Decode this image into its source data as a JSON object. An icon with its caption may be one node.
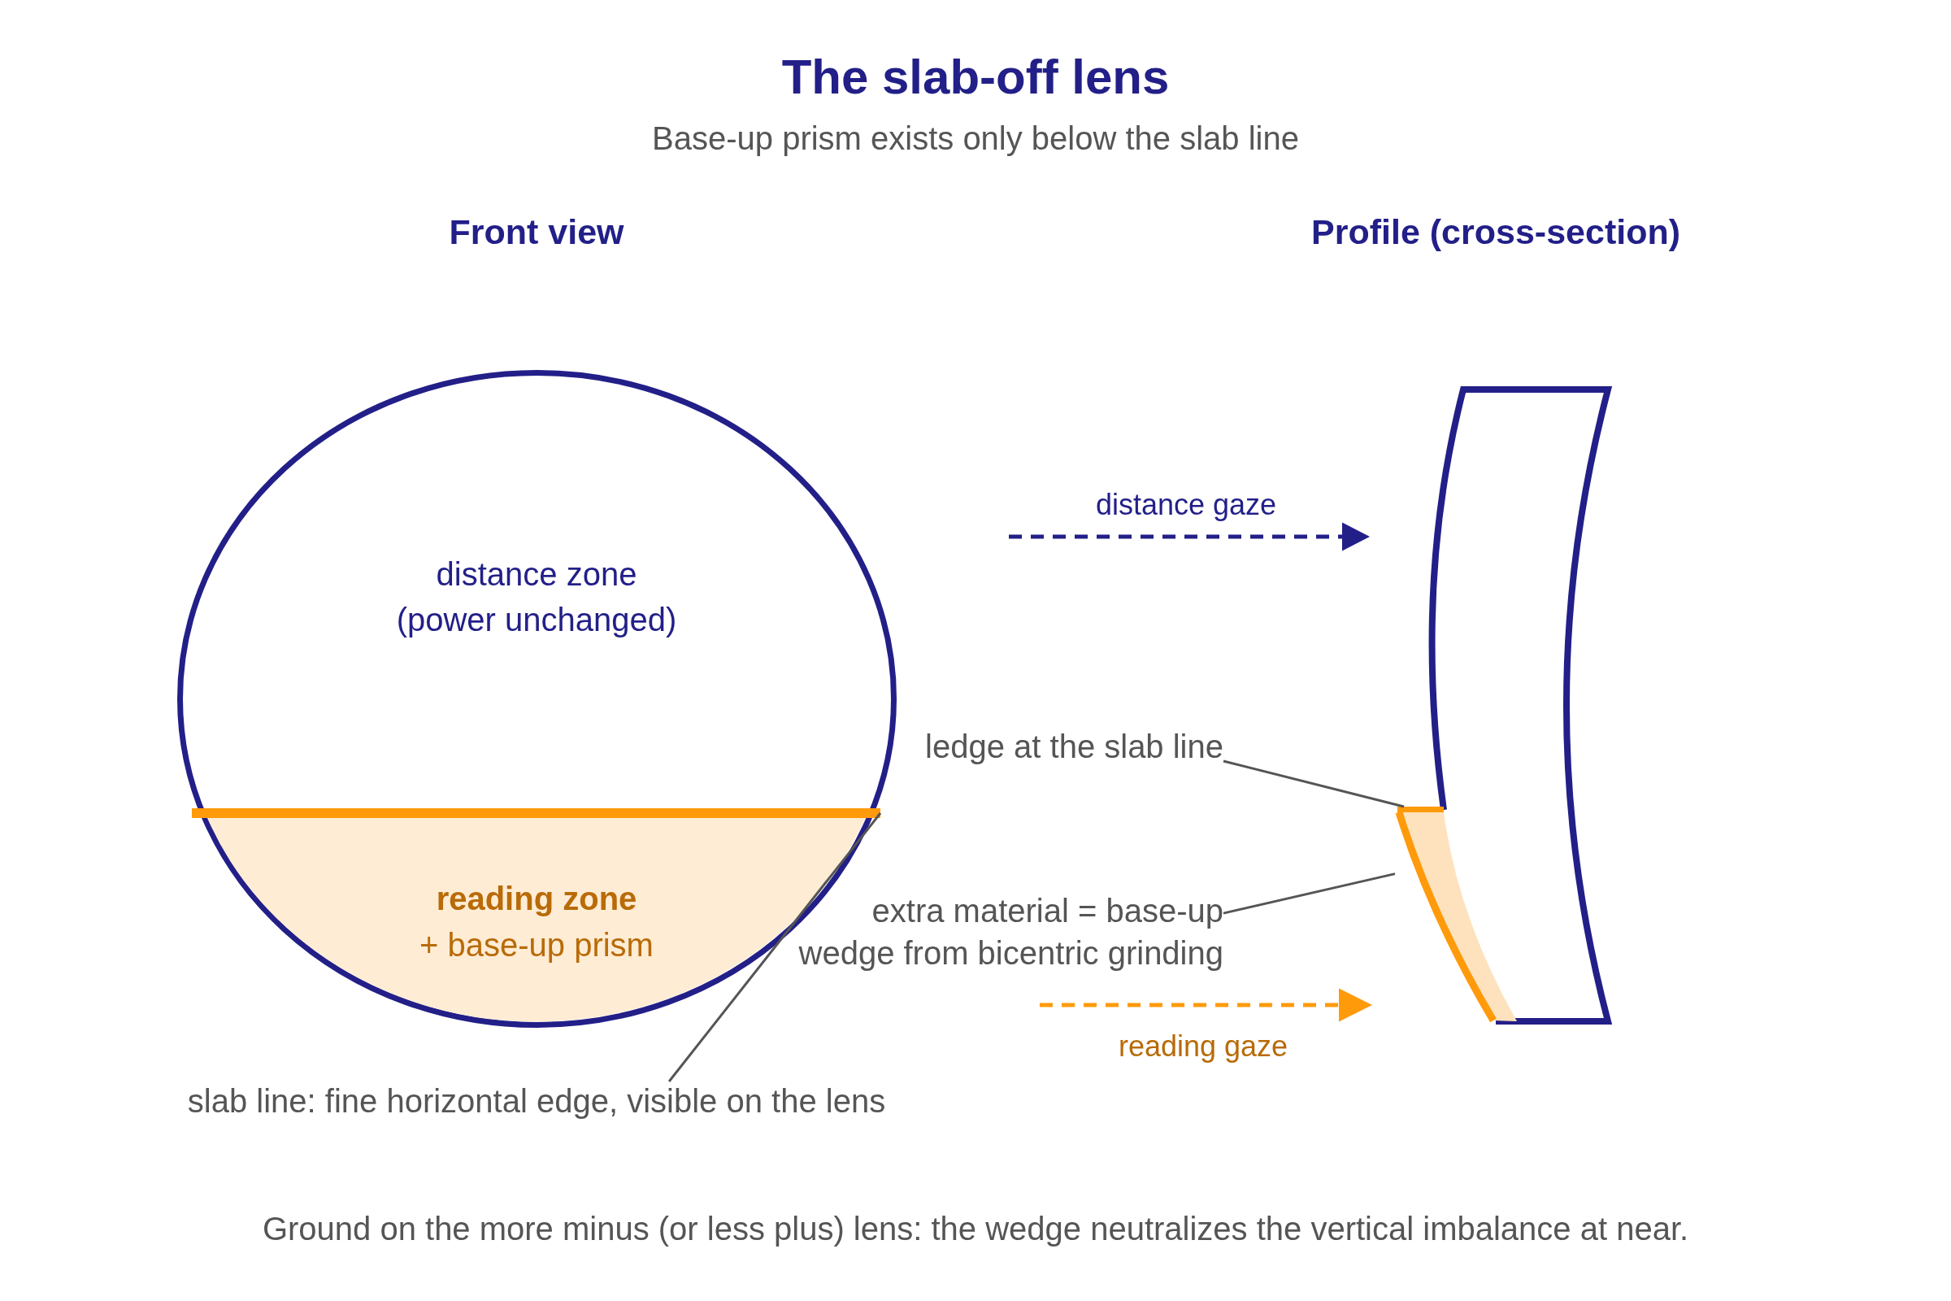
{
  "diagram": {
    "title": "The slab-off lens",
    "caption": "Ground on the more minus (or less plus) lens: the wedge neutralizes the vertical imbalance at near.",
    "nodes": [
      {
        "text": [
          "distance zone (power unchanged)"
        ]
      },
      {
        "text": [
          "reading zone",
          "+ base-up prism"
        ],
        "in": 0
      },
      {
        "text": [],
        "shape": "line",
        "in": 0
      },
      {
        "text": [
          "slab line: fine horizontal edge, visible on the lens"
        ]
      },
      {
        "text": [],
        "shape": "line"
      },
      {
        "text": [
          "ledge at the slab line"
        ]
      },
      {
        "text": [],
        "shape": "wedge"
      },
      {
        "text": [
          "extra material = base-up wedge from bicentric grinding"
        ]
      }
    ],
    "edges": [
      {
        "from": 3,
        "to": 2,
        "arrow": "none"
      },
      {
        "from": 5,
        "to": 4,
        "arrow": "none"
      },
      {
        "from": 7,
        "to": 6,
        "arrow": "none"
      }
    ],
    "labels": [
      "Base-up prism exists only below the slab line",
      "Front view",
      "Profile (cross-section)",
      "distance gaze",
      "reading gaze"
    ]
  }
}
